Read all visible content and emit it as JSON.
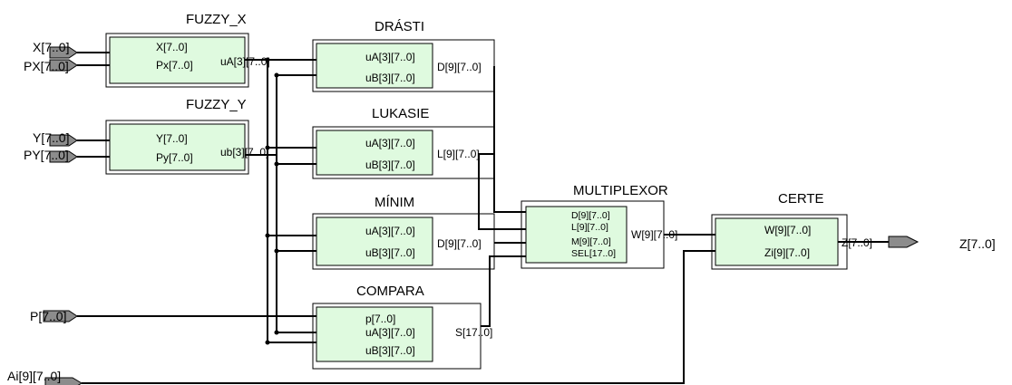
{
  "colors": {
    "block_fill": "#dffadf",
    "wire": "#000000",
    "connector": "#8c8c8c"
  },
  "blocks": {
    "fuzzy_x": {
      "title": "FUZZY_X",
      "in1": "X[7..0]",
      "in2": "Px[7..0]",
      "out": "uA[3][7..0]"
    },
    "fuzzy_y": {
      "title": "FUZZY_Y",
      "in1": "Y[7..0]",
      "in2": "Py[7..0]",
      "out": "ub[3][7..0]"
    },
    "drasti": {
      "title": "DRÁSTI",
      "in1": "uA[3][7..0]",
      "in2": "uB[3][7..0]",
      "out": "D[9][7..0]"
    },
    "lukasie": {
      "title": "LUKASIE",
      "in1": "uA[3][7..0]",
      "in2": "uB[3][7..0]",
      "out": "L[9][7..0]"
    },
    "minim": {
      "title": "MÍNIM",
      "in1": "uA[3][7..0]",
      "in2": "uB[3][7..0]",
      "out": "D[9][7..0]"
    },
    "compara": {
      "title": "COMPARA",
      "in0": "p[7..0]",
      "in1": "uA[3][7..0]",
      "in2": "uB[3][7..0]",
      "out": "S[17..0]"
    },
    "multiplexor": {
      "title": "MULTIPLEXOR",
      "in1": "D[9][7..0]",
      "in2": "L[9][7..0]",
      "in3": "M[9][7..0]",
      "in4": "SEL[17..0]",
      "out": "W[9][7..0]"
    },
    "certe": {
      "title": "CERTE",
      "in1": "W[9][7..0]",
      "in2": "Zi[9][7..0]",
      "out": "Z[7..0]"
    }
  },
  "external": {
    "x_in": "X[7..0]",
    "px_in": "PX[7..0]",
    "y_in": "Y[7..0]",
    "py_in": "PY[7..0]",
    "p_in": "P[7..0]",
    "ai_in": "Ai[9][7..0]",
    "z_out": "Z[7..0]"
  }
}
